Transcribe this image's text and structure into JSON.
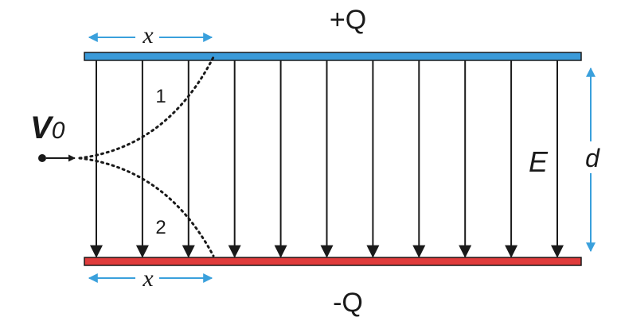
{
  "plates": {
    "top": {
      "charge_label": "+Q",
      "color": "#3a9ad9"
    },
    "bottom": {
      "charge_label": "-Q",
      "color": "#e03c3c"
    }
  },
  "labels": {
    "velocity": "V",
    "velocity_subscript": "0",
    "field": "E",
    "separation": "d",
    "top_distance": "x",
    "bottom_distance": "x",
    "path_1": "1",
    "path_2": "2"
  },
  "field_lines": {
    "count": 11
  },
  "colors": {
    "dimension_arrows": "#3aa0dc",
    "field_lines": "#1a1a1a",
    "trajectory": "#1a1a1a"
  },
  "icons": [
    "arrow-down-icon",
    "arrow-right-icon"
  ]
}
